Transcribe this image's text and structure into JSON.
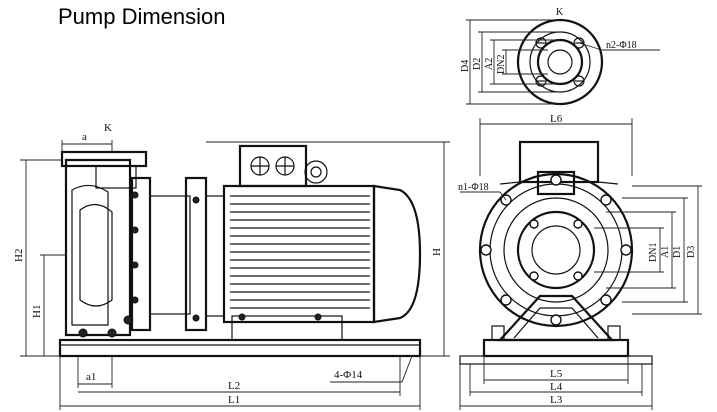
{
  "title": "Pump Dimension",
  "side_view": {
    "labels": {
      "K": "K",
      "a": "a",
      "H2": "H2",
      "H1": "H1",
      "H": "H",
      "a1": "a1",
      "L2": "L2",
      "L1": "L1",
      "bolt": "4-Φ14"
    }
  },
  "top_view": {
    "labels": {
      "K": "K",
      "D4": "D4",
      "D2": "D2",
      "A2": "A2",
      "DN2": "DN2",
      "holes": "n2-Φ18"
    }
  },
  "front_view": {
    "labels": {
      "L6": "L6",
      "holes": "n1-Φ18",
      "DN1": "DN1",
      "A1": "A1",
      "D1": "D1",
      "D3": "D3",
      "L5": "L5",
      "L4": "L4",
      "L3": "L3"
    }
  }
}
